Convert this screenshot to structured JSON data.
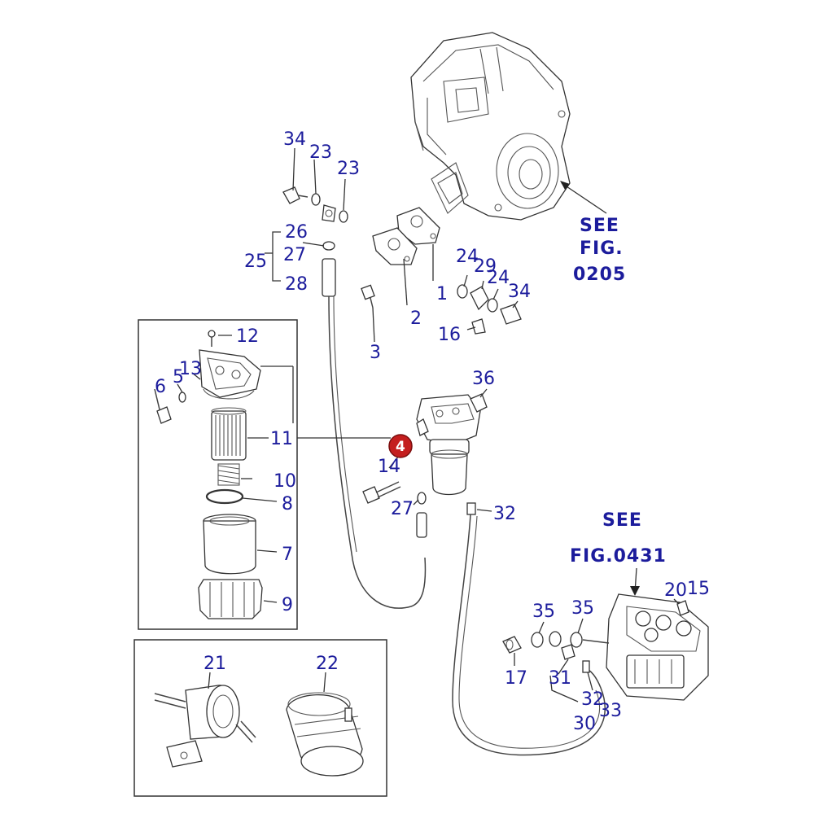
{
  "labels": {
    "p34_top": "34",
    "p23_a": "23",
    "p23_b": "23",
    "p26": "26",
    "p27_top": "27",
    "p25": "25",
    "p28": "28",
    "p24_a": "24",
    "p29": "29",
    "p24_b": "24",
    "p34_right": "34",
    "p1": "1",
    "p2": "2",
    "p3": "3",
    "p16": "16",
    "p12": "12",
    "p13": "13",
    "p5": "5",
    "p6": "6",
    "p11": "11",
    "p10": "10",
    "p8": "8",
    "p7": "7",
    "p9": "9",
    "p36": "36",
    "p14": "14",
    "p27_mid": "27",
    "p32_mid": "32",
    "p21": "21",
    "p22": "22",
    "p35_a": "35",
    "p35_b": "35",
    "p20": "20",
    "p15": "15",
    "p17": "17",
    "p31": "31",
    "p32_low": "32",
    "p33": "33",
    "p30": "30"
  },
  "references": {
    "fig0205_line1": "SEE",
    "fig0205_line2": "FIG.",
    "fig0205_line3": "0205",
    "fig0431_line1": "SEE",
    "fig0431_line2": "FIG.0431"
  },
  "callout": {
    "number": "4",
    "color": "#c41e1e"
  },
  "colors": {
    "label": "#1c1c9c",
    "line": "#333333"
  }
}
